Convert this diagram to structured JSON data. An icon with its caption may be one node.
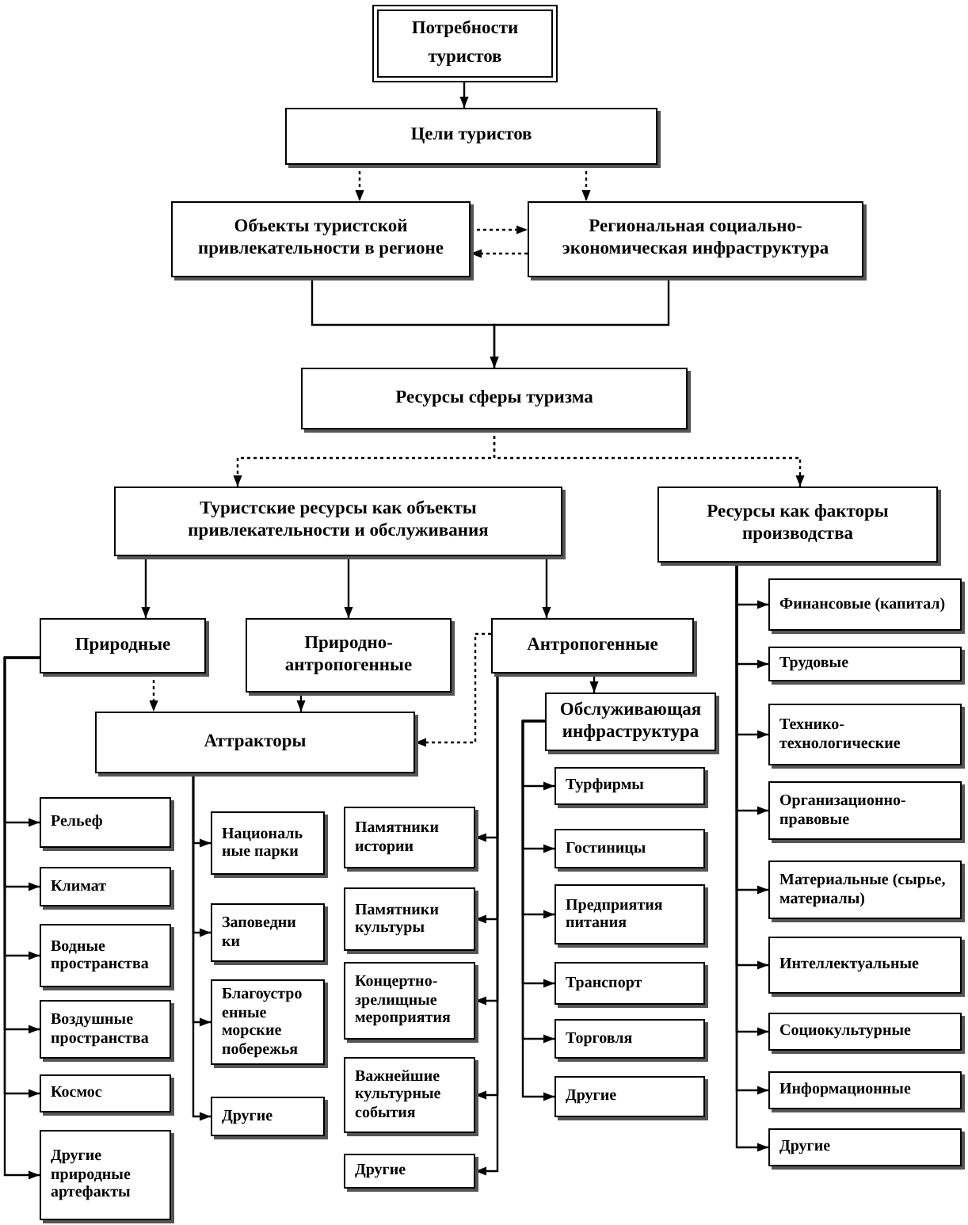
{
  "diagram": {
    "nodes": [
      {
        "text": [
          "Потребности туристов"
        ]
      },
      {
        "text": [
          "Цели туристов"
        ]
      },
      {
        "text": [
          "Объекты туристской привлекательности в регионе"
        ]
      },
      {
        "text": [
          "Региональная социально-экономическая инфраструктура"
        ]
      },
      {
        "text": [
          "Ресурсы сферы туризма"
        ]
      },
      {
        "text": [
          "Туристские ресурсы как объекты привлекательности и обслуживания"
        ]
      },
      {
        "text": [
          "Ресурсы как факторы производства"
        ]
      },
      {
        "text": [
          "Природные"
        ]
      },
      {
        "text": [
          "Природно-антропогенные"
        ]
      },
      {
        "text": [
          "Антропогенные"
        ]
      },
      {
        "text": [
          "Аттракторы"
        ]
      },
      {
        "text": [
          "Обслуживающая инфраструктура"
        ]
      },
      {
        "text": [
          "Рельеф"
        ]
      },
      {
        "text": [
          "Климат"
        ]
      },
      {
        "text": [
          "Водные пространства"
        ]
      },
      {
        "text": [
          "Воздушные пространства"
        ]
      },
      {
        "text": [
          "Космос"
        ]
      },
      {
        "text": [
          "Другие природные артефакты"
        ]
      },
      {
        "text": [
          "Националь ные парки"
        ]
      },
      {
        "text": [
          "Заповедни ки"
        ]
      },
      {
        "text": [
          "Благоустро енные морские побережья"
        ]
      },
      {
        "text": [
          "Другие"
        ]
      },
      {
        "text": [
          "Памятники истории"
        ]
      },
      {
        "text": [
          "Памятники культуры"
        ]
      },
      {
        "text": [
          "Концертно-зрелищные мероприятия"
        ]
      },
      {
        "text": [
          "Важнейшие культурные события"
        ]
      },
      {
        "text": [
          "Другие"
        ]
      },
      {
        "text": [
          "Турфирмы"
        ]
      },
      {
        "text": [
          "Гостиницы"
        ]
      },
      {
        "text": [
          "Предприятия питания"
        ]
      },
      {
        "text": [
          "Транспорт"
        ]
      },
      {
        "text": [
          "Торговля"
        ]
      },
      {
        "text": [
          "Другие"
        ]
      },
      {
        "text": [
          "Финансовые (капитал)"
        ]
      },
      {
        "text": [
          "Трудовые"
        ]
      },
      {
        "text": [
          "Технико-технологические"
        ]
      },
      {
        "text": [
          "Организационно-правовые"
        ]
      },
      {
        "text": [
          "Материальные (сырье, материалы)"
        ]
      },
      {
        "text": [
          "Интеллектуальные"
        ]
      },
      {
        "text": [
          "Социокультурные"
        ]
      },
      {
        "text": [
          "Информационные"
        ]
      },
      {
        "text": [
          "Другие"
        ]
      }
    ],
    "edges": [
      {
        "from": 0,
        "to": 1,
        "arrow": "to"
      },
      {
        "from": 1,
        "to": 2,
        "arrow": "to",
        "style": "dashed"
      },
      {
        "from": 1,
        "to": 3,
        "arrow": "to",
        "style": "dashed"
      },
      {
        "from": 2,
        "to": 3,
        "arrow": "to",
        "style": "dashed"
      },
      {
        "from": 3,
        "to": 2,
        "arrow": "to",
        "style": "dashed"
      },
      {
        "from": 2,
        "to": 4,
        "arrow": "to"
      },
      {
        "from": 3,
        "to": 4,
        "arrow": "to"
      },
      {
        "from": 4,
        "to": 5,
        "arrow": "to",
        "style": "dashed"
      },
      {
        "from": 4,
        "to": 6,
        "arrow": "to",
        "style": "dashed"
      },
      {
        "from": 5,
        "to": 7,
        "arrow": "to"
      },
      {
        "from": 5,
        "to": 8,
        "arrow": "to"
      },
      {
        "from": 5,
        "to": 9,
        "arrow": "to"
      },
      {
        "from": 7,
        "to": 10,
        "arrow": "to",
        "style": "dashed"
      },
      {
        "from": 8,
        "to": 10,
        "arrow": "to"
      },
      {
        "from": 9,
        "to": 10,
        "arrow": "to",
        "style": "dashed"
      },
      {
        "from": 9,
        "to": 11,
        "arrow": "to"
      },
      {
        "from": 7,
        "to": 12,
        "arrow": "to"
      },
      {
        "from": 7,
        "to": 13,
        "arrow": "to"
      },
      {
        "from": 7,
        "to": 14,
        "arrow": "to"
      },
      {
        "from": 7,
        "to": 15,
        "arrow": "to"
      },
      {
        "from": 7,
        "to": 16,
        "arrow": "to"
      },
      {
        "from": 7,
        "to": 17,
        "arrow": "to"
      },
      {
        "from": 10,
        "to": 18,
        "arrow": "to"
      },
      {
        "from": 10,
        "to": 19,
        "arrow": "to"
      },
      {
        "from": 10,
        "to": 20,
        "arrow": "to"
      },
      {
        "from": 10,
        "to": 21,
        "arrow": "to"
      },
      {
        "from": 9,
        "to": 22,
        "arrow": "to"
      },
      {
        "from": 9,
        "to": 23,
        "arrow": "to"
      },
      {
        "from": 9,
        "to": 24,
        "arrow": "to"
      },
      {
        "from": 9,
        "to": 25,
        "arrow": "to"
      },
      {
        "from": 9,
        "to": 26,
        "arrow": "to"
      },
      {
        "from": 11,
        "to": 27,
        "arrow": "to"
      },
      {
        "from": 11,
        "to": 28,
        "arrow": "to"
      },
      {
        "from": 11,
        "to": 29,
        "arrow": "to"
      },
      {
        "from": 11,
        "to": 30,
        "arrow": "to"
      },
      {
        "from": 11,
        "to": 31,
        "arrow": "to"
      },
      {
        "from": 11,
        "to": 32,
        "arrow": "to"
      },
      {
        "from": 6,
        "to": 33,
        "arrow": "to"
      },
      {
        "from": 6,
        "to": 34,
        "arrow": "to"
      },
      {
        "from": 6,
        "to": 35,
        "arrow": "to"
      },
      {
        "from": 6,
        "to": 36,
        "arrow": "to"
      },
      {
        "from": 6,
        "to": 37,
        "arrow": "to"
      },
      {
        "from": 6,
        "to": 38,
        "arrow": "to"
      },
      {
        "from": 6,
        "to": 39,
        "arrow": "to"
      },
      {
        "from": 6,
        "to": 40,
        "arrow": "to"
      },
      {
        "from": 6,
        "to": 41,
        "arrow": "to"
      }
    ]
  }
}
